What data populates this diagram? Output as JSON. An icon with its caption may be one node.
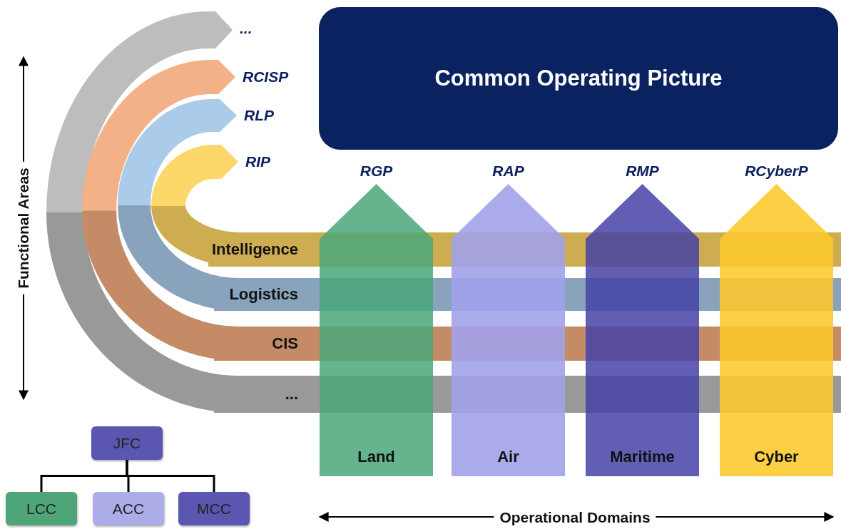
{
  "diagram": {
    "nodes": [
      {
        "text": [
          "Common Operating Picture"
        ]
      },
      {
        "text": [
          "Intelligence"
        ]
      },
      {
        "text": [
          "Logistics"
        ]
      },
      {
        "text": [
          "CIS"
        ]
      },
      {
        "text": [
          "..."
        ]
      },
      {
        "text": [
          "Land"
        ],
        "beside": [
          "RGP"
        ]
      },
      {
        "text": [
          "Air"
        ],
        "beside": [
          "RAP"
        ]
      },
      {
        "text": [
          "Maritime"
        ],
        "beside": [
          "RMP"
        ]
      },
      {
        "text": [
          "Cyber"
        ],
        "beside": [
          "RCyberP"
        ]
      },
      {
        "text": [
          "JFC"
        ]
      },
      {
        "text": [
          "LCC"
        ]
      },
      {
        "text": [
          "ACC"
        ]
      },
      {
        "text": [
          "MCC"
        ]
      }
    ],
    "edges": [
      {
        "from": 9,
        "to": 10,
        "arrow": "none"
      },
      {
        "from": 9,
        "to": 11,
        "arrow": "none"
      },
      {
        "from": 9,
        "to": 12,
        "arrow": "none"
      }
    ],
    "labels": [
      "...",
      "RCISP",
      "RLP",
      "RIP",
      "Functional Areas",
      "Operational Domains"
    ]
  }
}
